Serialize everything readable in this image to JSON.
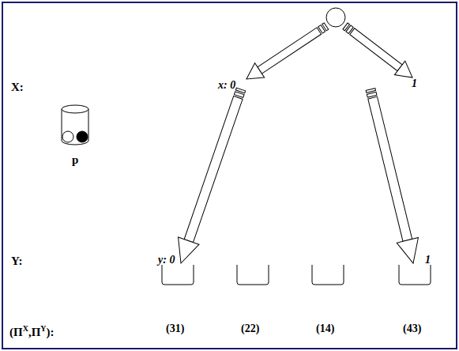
{
  "diagram": {
    "labels": [
      "X:",
      "p",
      "x: 0",
      "1",
      "Y:",
      "y: 0",
      "1",
      "(Π",
      "X",
      ",Π",
      "Y",
      "):",
      "(31)",
      "(22)",
      "(14)",
      "(43)"
    ]
  }
}
